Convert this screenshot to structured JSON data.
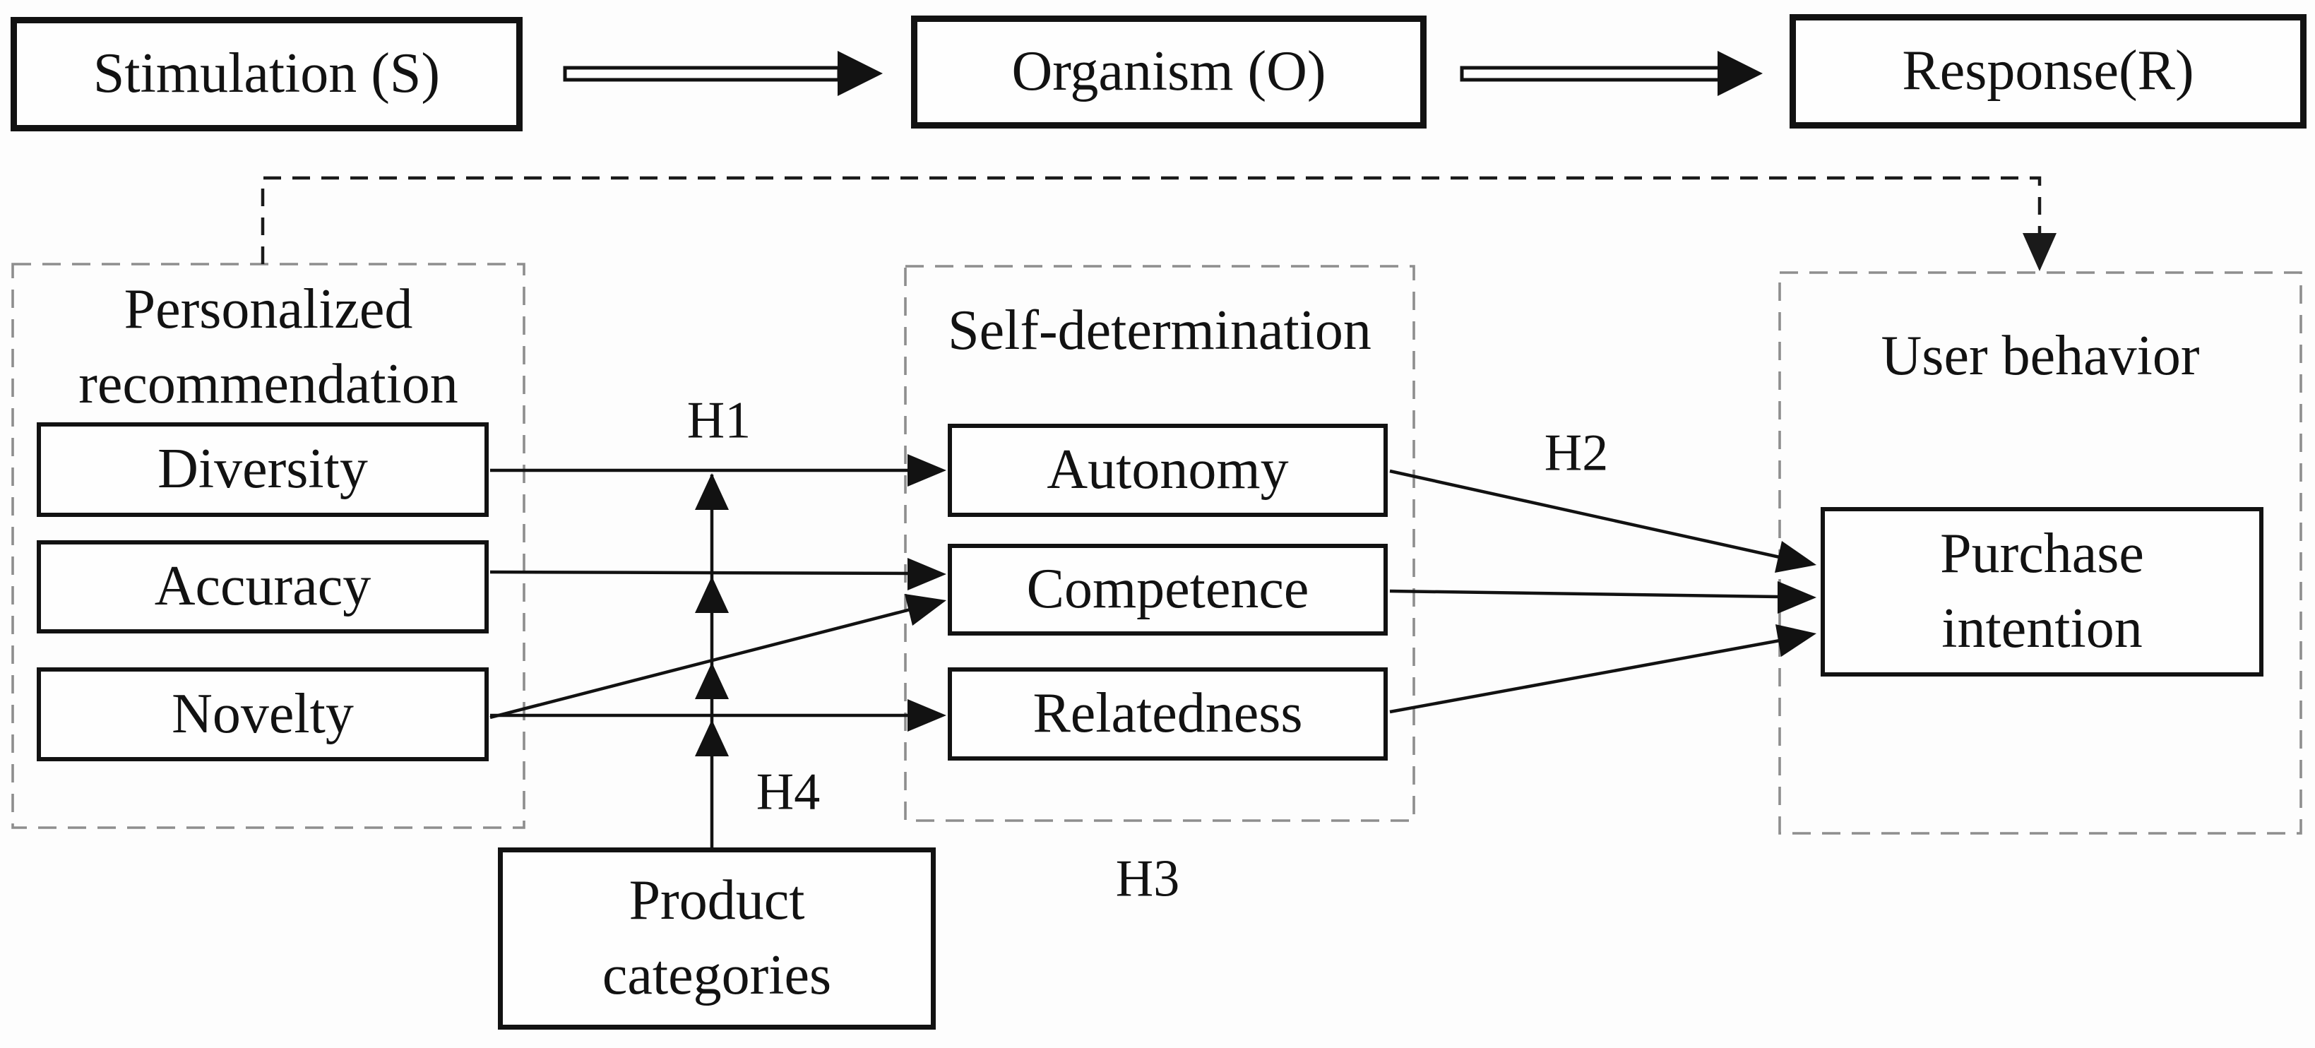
{
  "framework_row": {
    "stimulation": "Stimulation (S)",
    "organism": "Organism (O)",
    "response": "Response(R)"
  },
  "groups": {
    "personalized": {
      "title": "Personalized recommendation",
      "items": [
        "Diversity",
        "Accuracy",
        "Novelty"
      ]
    },
    "self_determination": {
      "title": "Self-determination",
      "items": [
        "Autonomy",
        "Competence",
        "Relatedness"
      ]
    },
    "user_behavior": {
      "title": "User behavior",
      "items": [
        "Purchase intention"
      ]
    }
  },
  "moderator": {
    "label": "Product categories"
  },
  "hypotheses": {
    "h1": "H1",
    "h2": "H2",
    "h3": "H3",
    "h4": "H4"
  },
  "colors": {
    "line": "#121212",
    "dashed_group_border": "#8e8e8e",
    "text": "#121212",
    "background": "#fdfdfd"
  }
}
